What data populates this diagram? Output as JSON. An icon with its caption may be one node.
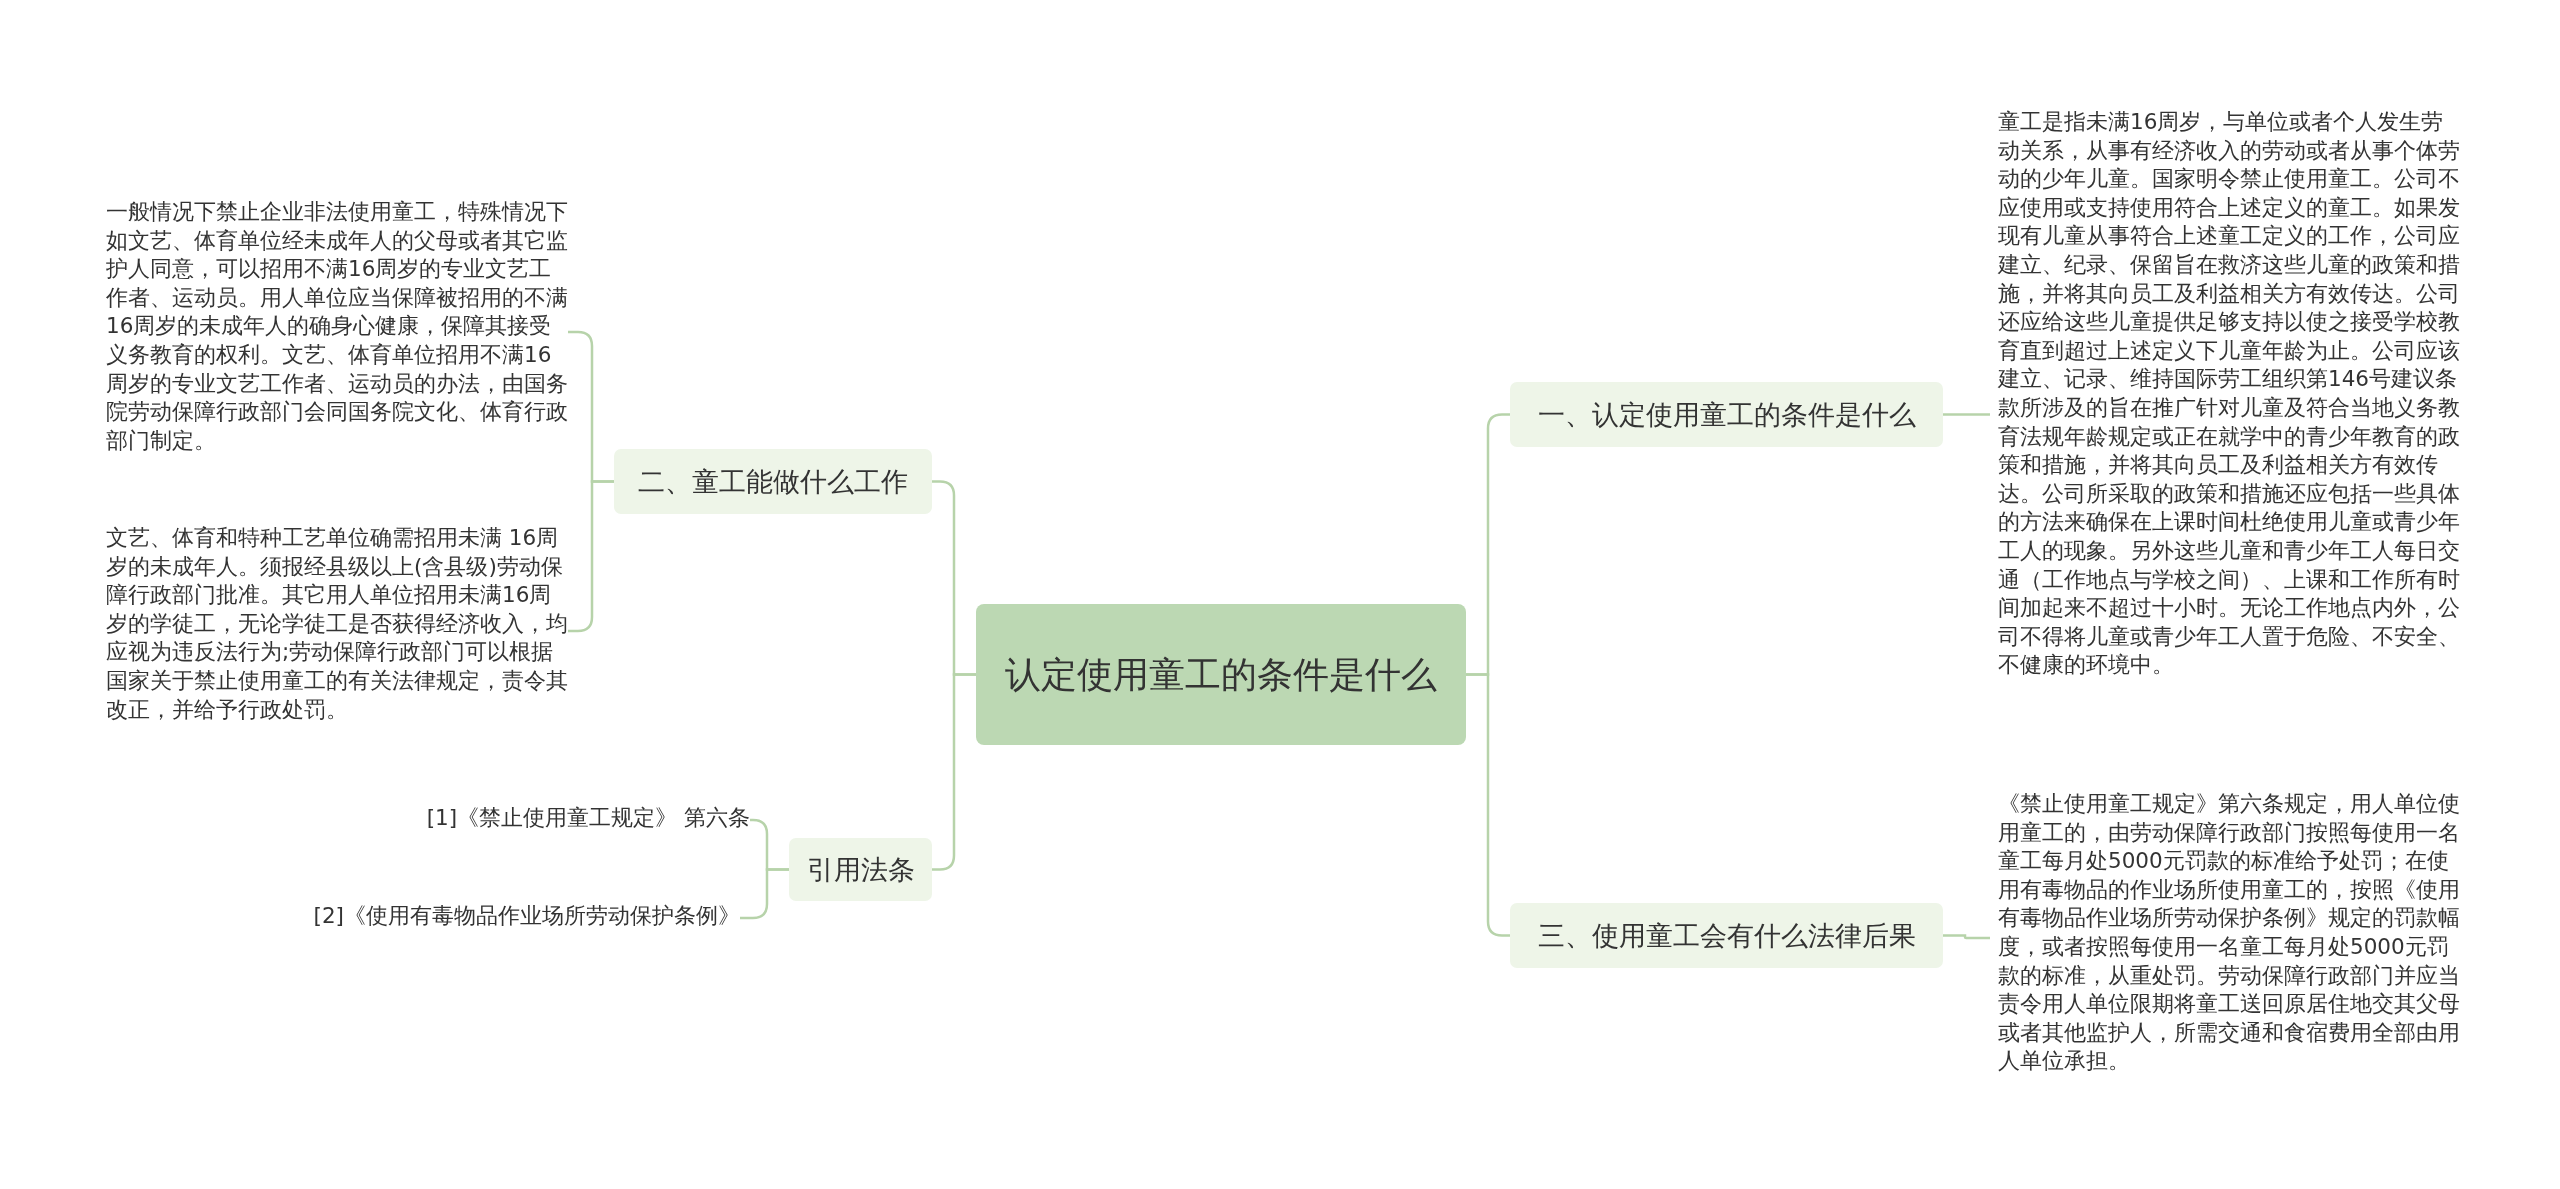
{
  "diagram": {
    "nodes": [
      {
        "text": [
          "认定使用童工的条件是什么"
        ]
      },
      {
        "text": [
          "一、认定使用童工的条件是什么"
        ]
      },
      {
        "text": [
          "童工是指未满16周岁，与单位或者个人发生劳动关系，从事有经济收入的劳动或者从事个体劳动的少年儿童。国家明令禁止使用童工。公司不应使用或支持使用符合上述定义的童工。如果发现有儿童从事符合上述童工定义的工作，公司应建立、纪录、保留旨在救济这些儿童的政策和措施，并将其向员工及利益相关方有效传达。公司还应给这些儿童提供足够支持以使之接受学校教育直到超过上述定义下儿童年龄为止。公司应该建立、记录、维持国际劳工组织第146号建议条款所涉及的旨在推广针对儿童及符合当地义务教育法规年龄规定或正在就学中的青少年教育的政策和措施，并将其向员工及利益相关方有效传达。公司所采取的政策和措施还应包括一些具体的方法来确保在上课时间杜绝使用儿童或青少年工人的现象。另外这些儿童和青少年工人每日交通（工作地点与学校之间）、上课和工作所有时间加起来不超过十小时。无论工作地点内外，公司不得将儿童或青少年工人置于危险、不安全、不健康的环境中。"
        ]
      },
      {
        "text": [
          "二、童工能做什么工作"
        ]
      },
      {
        "text": [
          "一般情况下禁止企业非法使用童工，特殊情况下如文艺、体育单位经未成年人的父母或者其它监护人同意，可以招用不满16周岁的专业文艺工作者、运动员。用人单位应当保障被招用的不满16周岁的未成年人的确身心健康，保障其接受义务教育的权利。文艺、体育单位招用不满16周岁的专业文艺工作者、运动员的办法，由国务院劳动保障行政部门会同国务院文化、体育行政部门制定。"
        ]
      },
      {
        "text": [
          "文艺、体育和特种工艺单位确需招用未满 16周岁的未成年人。须报经县级以上(含县级)劳动保障行政部门批准。其它用人单位招用未满16周岁的学徒工，无论学徒工是否获得经济收入，均应视为违反法行为;劳动保障行政部门可以根据国家关于禁止使用童工的有关法律规定，责令其改正，并给予行政处罚。"
        ]
      },
      {
        "text": [
          "引用法条"
        ]
      },
      {
        "text": [
          "[1]《禁止使用童工规定》 第六条"
        ]
      },
      {
        "text": [
          "[2]《使用有毒物品作业场所劳动保护条例》"
        ]
      },
      {
        "text": [
          "三、使用童工会有什么法律后果"
        ]
      },
      {
        "text": [
          "《禁止使用童工规定》第六条规定，用人单位使用童工的，由劳动保障行政部门按照每使用一名童工每月处5000元罚款的标准给予处罚；在使用有毒物品的作业场所使用童工的，按照《使用有毒物品作业场所劳动保护条例》规定的罚款幅度，或者按照每使用一名童工每月处5000元罚款的标准，从重处罚。劳动保障行政部门并应当责令用人单位限期将童工送回原居住地交其父母或者其他监护人，所需交通和食宿费用全部由用人单位承担。"
        ]
      }
    ],
    "edges": [
      {
        "from": 0,
        "to": 1,
        "arrow": "none"
      },
      {
        "from": 1,
        "to": 2,
        "arrow": "none"
      },
      {
        "from": 0,
        "to": 3,
        "arrow": "none"
      },
      {
        "from": 3,
        "to": 4,
        "arrow": "none"
      },
      {
        "from": 3,
        "to": 5,
        "arrow": "none"
      },
      {
        "from": 0,
        "to": 6,
        "arrow": "none"
      },
      {
        "from": 6,
        "to": 7,
        "arrow": "none"
      },
      {
        "from": 6,
        "to": 8,
        "arrow": "none"
      },
      {
        "from": 0,
        "to": 9,
        "arrow": "none"
      },
      {
        "from": 9,
        "to": 10,
        "arrow": "none"
      }
    ]
  }
}
